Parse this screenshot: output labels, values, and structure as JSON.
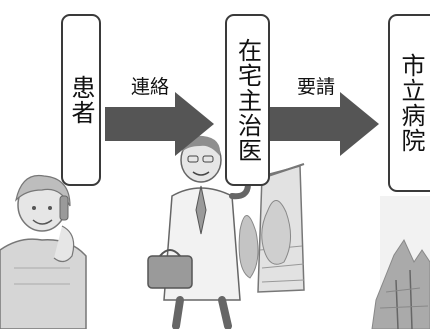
{
  "nodes": {
    "patient": "患者",
    "home_doctor": "在宅主治医",
    "city_hospital": "市立病院"
  },
  "edges": {
    "contact": "連絡",
    "request": "要請"
  },
  "colors": {
    "arrow": "#555555",
    "box_border": "#3a3a3a",
    "illustration_fill": "#d9d9d9",
    "illustration_dark": "#9a9a9a"
  },
  "icons": [
    "patient-phone-illustration",
    "doctor-bag-illustration",
    "house-illustration",
    "tree-illustration"
  ]
}
